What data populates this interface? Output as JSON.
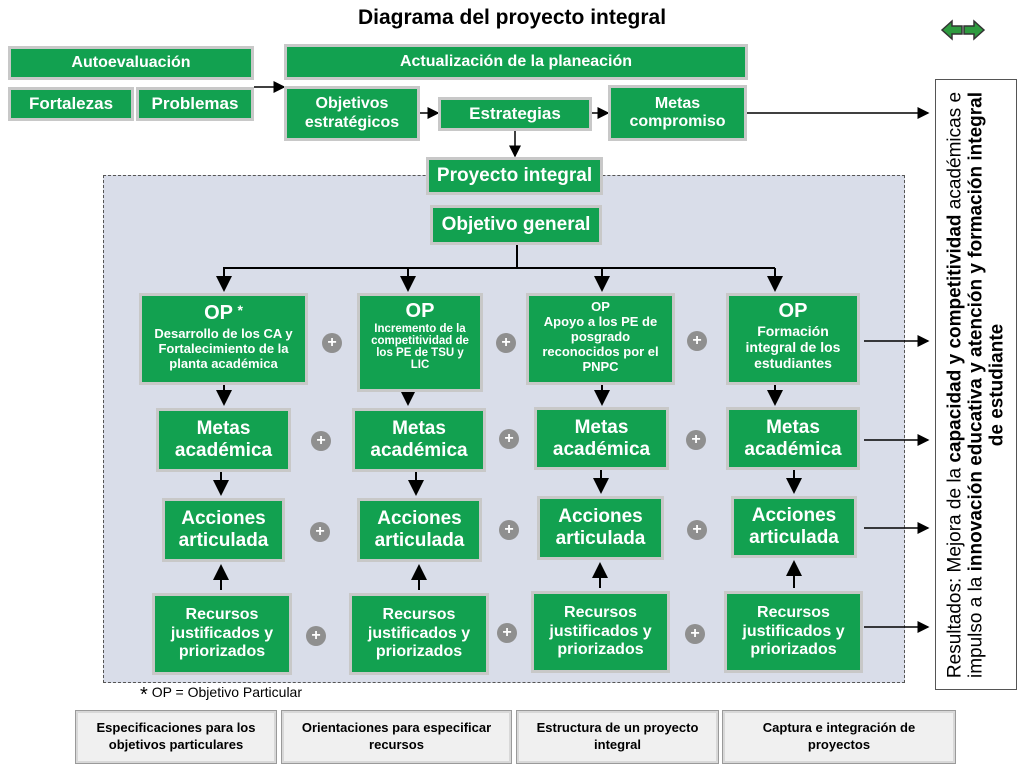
{
  "title": "Diagrama del proyecto integral",
  "top_left": {
    "autoevaluacion": "Autoevaluación",
    "fortalezas": "Fortalezas",
    "problemas": "Problemas"
  },
  "planeacion": {
    "header": "Actualización de la planeación",
    "objetivos": "Objetivos estratégicos",
    "estrategias": "Estrategias",
    "metas": "Metas compromiso"
  },
  "proyecto": {
    "label": "Proyecto integral",
    "objetivo_general": "Objetivo general"
  },
  "columns": [
    {
      "op_title": "OP",
      "op_star": "*",
      "op_desc": "Desarrollo de los CA y Fortalecimiento de la planta académica",
      "metas": "Metas académica",
      "acciones": "Acciones articulada",
      "recursos": "Recursos justificados y priorizados"
    },
    {
      "op_title": "OP",
      "op_desc": "Incremento de la competitividad de los PE de TSU y LIC",
      "metas": "Metas académica",
      "acciones": "Acciones articulada",
      "recursos": "Recursos justificados y priorizados"
    },
    {
      "op_title": "OP",
      "op_desc": "Apoyo a los PE de posgrado reconocidos por el PNPC",
      "metas": "Metas académica",
      "acciones": "Acciones articulada",
      "recursos": "Recursos justificados y priorizados"
    },
    {
      "op_title": "OP",
      "op_desc": "Formación integral de los estudiantes",
      "metas": "Metas académica",
      "acciones": "Acciones articulada",
      "recursos": "Recursos justificados y priorizados"
    }
  ],
  "plus_symbol": "+",
  "footnote": {
    "star": "*",
    "text": "OP = Objetivo Particular"
  },
  "results": {
    "prefix": "Resultados: Mejora de la ",
    "bold1": "capacidad y competitividad",
    "middle": " académicas e impulso a la ",
    "bold2": "innovación educativa y atención y formación integral de estudiante"
  },
  "bottom_buttons": [
    "Especificaciones para los objetivos particulares",
    "Orientaciones para especificar recursos",
    "Estructura de un proyecto integral",
    "Captura e integración de proyectos"
  ],
  "nav_icon": "double-arrow-icon"
}
